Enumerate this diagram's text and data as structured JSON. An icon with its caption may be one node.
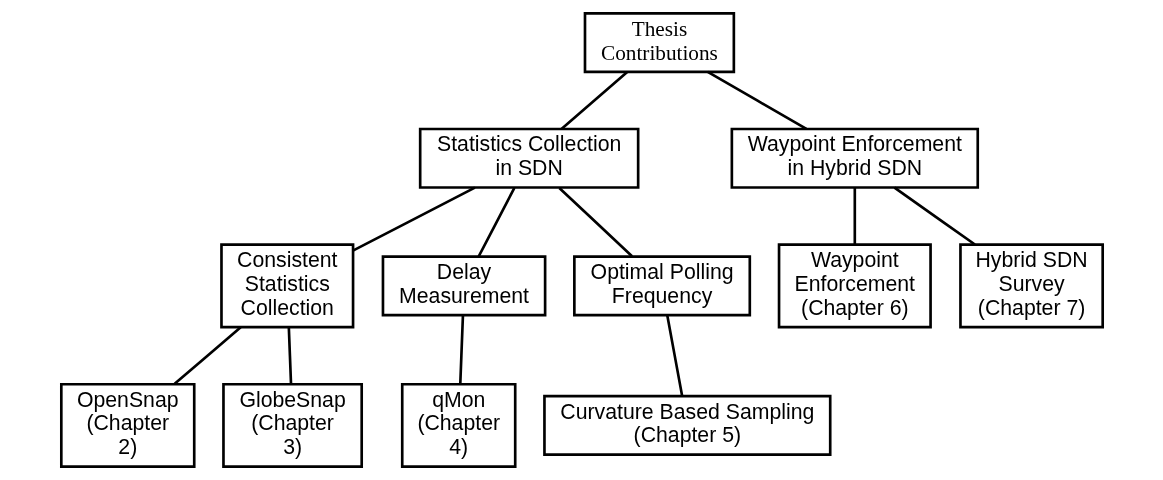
{
  "diagram": {
    "nodes": [
      {
        "text": [
          "Thesis Contributions"
        ]
      },
      {
        "text": [
          "Statistics Collection in SDN"
        ]
      },
      {
        "text": [
          "Waypoint Enforcement in Hybrid SDN"
        ]
      },
      {
        "text": [
          "Consistent Statistics Collection"
        ]
      },
      {
        "text": [
          "Delay Measurement"
        ]
      },
      {
        "text": [
          "Optimal Polling Frequency"
        ]
      },
      {
        "text": [
          "Waypoint Enforcement (Chapter 6)"
        ]
      },
      {
        "text": [
          "Hybrid SDN Survey (Chapter 7)"
        ]
      },
      {
        "text": [
          "OpenSnap (Chapter 2)"
        ]
      },
      {
        "text": [
          "GlobeSnap (Chapter 3)"
        ]
      },
      {
        "text": [
          "qMon (Chapter 4)"
        ]
      },
      {
        "text": [
          "Curvature Based Sampling (Chapter 5)"
        ]
      }
    ],
    "edges": [
      {
        "from": 0,
        "to": 1,
        "arrow": "none"
      },
      {
        "from": 0,
        "to": 2,
        "arrow": "none"
      },
      {
        "from": 1,
        "to": 3,
        "arrow": "none"
      },
      {
        "from": 1,
        "to": 4,
        "arrow": "none"
      },
      {
        "from": 1,
        "to": 5,
        "arrow": "none"
      },
      {
        "from": 2,
        "to": 6,
        "arrow": "none"
      },
      {
        "from": 2,
        "to": 7,
        "arrow": "none"
      },
      {
        "from": 3,
        "to": 8,
        "arrow": "none"
      },
      {
        "from": 3,
        "to": 9,
        "arrow": "none"
      },
      {
        "from": 4,
        "to": 10,
        "arrow": "none"
      },
      {
        "from": 5,
        "to": 11,
        "arrow": "none"
      }
    ]
  }
}
